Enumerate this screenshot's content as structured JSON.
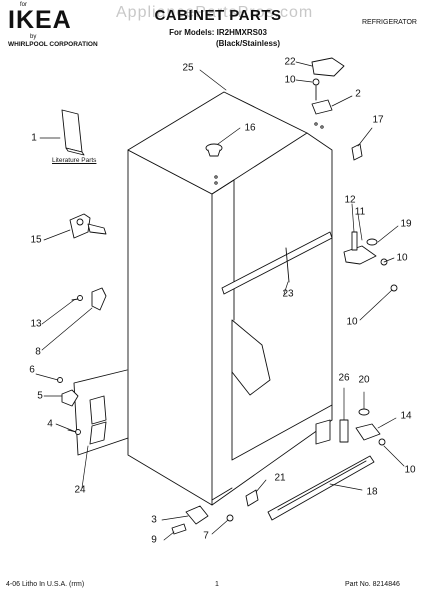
{
  "header": {
    "logo_for": "for",
    "logo_brand": "IKEA",
    "logo_by": "by",
    "logo_corp": "WHIRLPOOL CORPORATION",
    "watermark": "AppliancePartsPros.com",
    "title": "CABINET PARTS",
    "models": "For Models: IR2HMXRS03",
    "variant": "(Black/Stainless)",
    "category": "REFRIGERATOR"
  },
  "literature_label": "Literature Parts",
  "callouts": [
    "1",
    "2",
    "3",
    "4",
    "5",
    "6",
    "7",
    "8",
    "9",
    "10",
    "10",
    "10",
    "10",
    "11",
    "12",
    "13",
    "14",
    "15",
    "16",
    "17",
    "18",
    "19",
    "20",
    "21",
    "22",
    "23",
    "24",
    "25",
    "26"
  ],
  "footer": {
    "left": "4-06 Litho In U.S.A. (rrm)",
    "page": "1",
    "right": "Part No. 8214846"
  },
  "colors": {
    "line": "#111111",
    "fill": "#ffffff"
  }
}
